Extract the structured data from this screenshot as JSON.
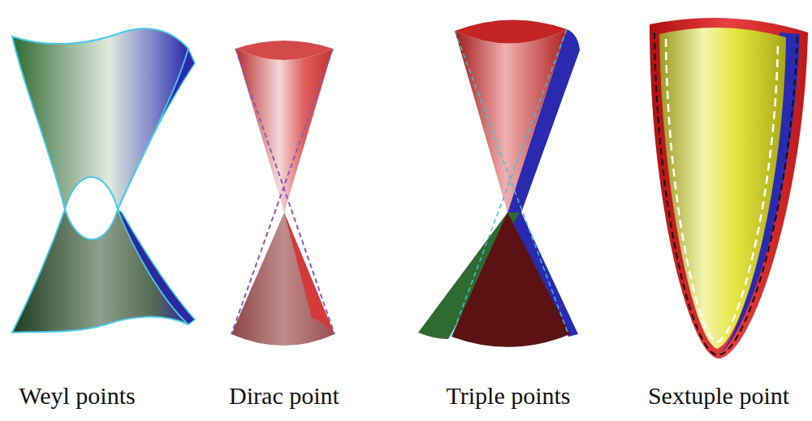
{
  "diagram": {
    "labels": [
      "Weyl points",
      "Dirac point",
      "Triple points",
      "Sextuple point"
    ]
  }
}
